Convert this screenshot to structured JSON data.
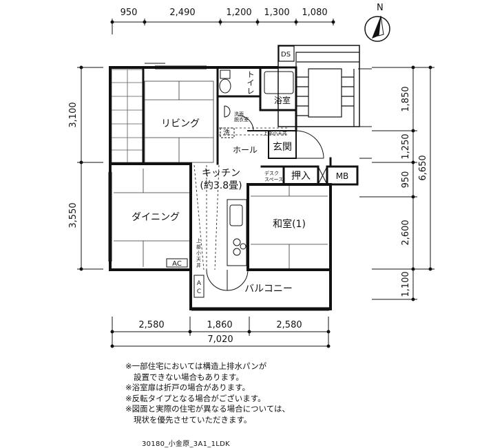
{
  "compass": {
    "label": "N"
  },
  "dimensions": {
    "top": [
      "950",
      "2,490",
      "1,200",
      "1,300",
      "1,080"
    ],
    "left": [
      "3,100",
      "3,550"
    ],
    "right": [
      "1,850",
      "1,250",
      "950",
      "2,600",
      "1,100"
    ],
    "right_total": "6,650",
    "bottom": [
      "2,580",
      "1,860",
      "2,580"
    ],
    "bottom_total": "7,020"
  },
  "rooms": {
    "living": "リビング",
    "dining": "ダイニング",
    "kitchen_line1": "キッチン",
    "kitchen_line2": "(約3.8畳)",
    "washitsu": "和室(1)",
    "balcony": "バルコニー",
    "hall": "ホール",
    "genkan": "玄関",
    "bath": "浴室",
    "toilet_1": "ト",
    "toilet_2": "イ",
    "toilet_3": "レ",
    "oshiire": "押入",
    "mb": "MB",
    "ds": "DS",
    "ac": "AC",
    "ac_balcony_1": "A",
    "ac_balcony_2": "C",
    "wash_1": "洗面",
    "wash_2": "脱衣室",
    "laundry": "洗",
    "desk_1": "デスク",
    "desk_2": "スペース",
    "upper_ceiling_small": "上部小天井",
    "upper_ceiling_1": "上",
    "upper_ceiling_2": "部",
    "upper_ceiling_3": "小",
    "upper_ceiling_4": "天",
    "upper_ceiling_5": "井"
  },
  "notes": [
    "※一部住宅においては構造上排水パンが",
    "設置できない場合もあります。",
    "※浴室扉は折戸の場合があります。",
    "※反転タイプとなる場合がございます。",
    "※図面と実際の住宅が異なる場合については、",
    "現状を優先させていただきます。"
  ],
  "footer": "30180_小金原_3A1_1LDK"
}
